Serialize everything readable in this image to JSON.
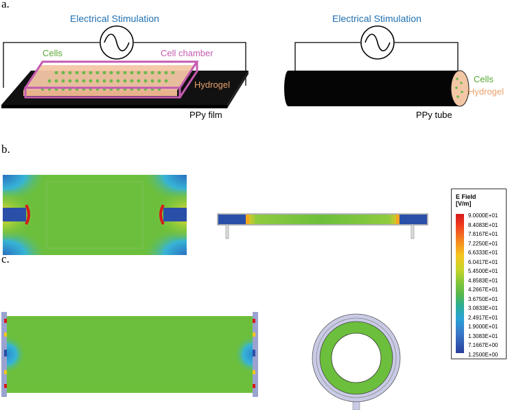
{
  "panels": {
    "a": "a.",
    "b": "b.",
    "c": "c."
  },
  "panel_a": {
    "left": {
      "stimulation_label": "Electrical Stimulation",
      "cells_label": "Cells",
      "chamber_label": "Cell chamber",
      "hydrogel_label": "Hydrogel",
      "substrate_label": "PPy film"
    },
    "right": {
      "stimulation_label": "Electrical Stimulation",
      "cells_label": "Cells",
      "hydrogel_label": "Hydrogel",
      "substrate_label": "PPy tube"
    }
  },
  "legend": {
    "title_line1": "E Field",
    "title_line2": "[V/m]",
    "ticks": [
      "9.0000E+01",
      "8.4083E+01",
      "7.8167E+01",
      "7.2250E+01",
      "6.6333E+01",
      "6.0417E+01",
      "5.4500E+01",
      "4.8583E+01",
      "4.2667E+01",
      "3.6750E+01",
      "3.0833E+01",
      "2.4917E+01",
      "1.9000E+01",
      "1.3083E+01",
      "7.1667E+00",
      "1.2500E+00"
    ]
  },
  "colors": {
    "blue_label": "#1f6fb0",
    "green_label": "#58a831",
    "pink_chamber": "#c45ab0",
    "orange_hydrogel": "#eaa16a",
    "field_green": "#6cbf3c",
    "field_blue": "#2a4fa8",
    "field_red": "#d7191c"
  }
}
